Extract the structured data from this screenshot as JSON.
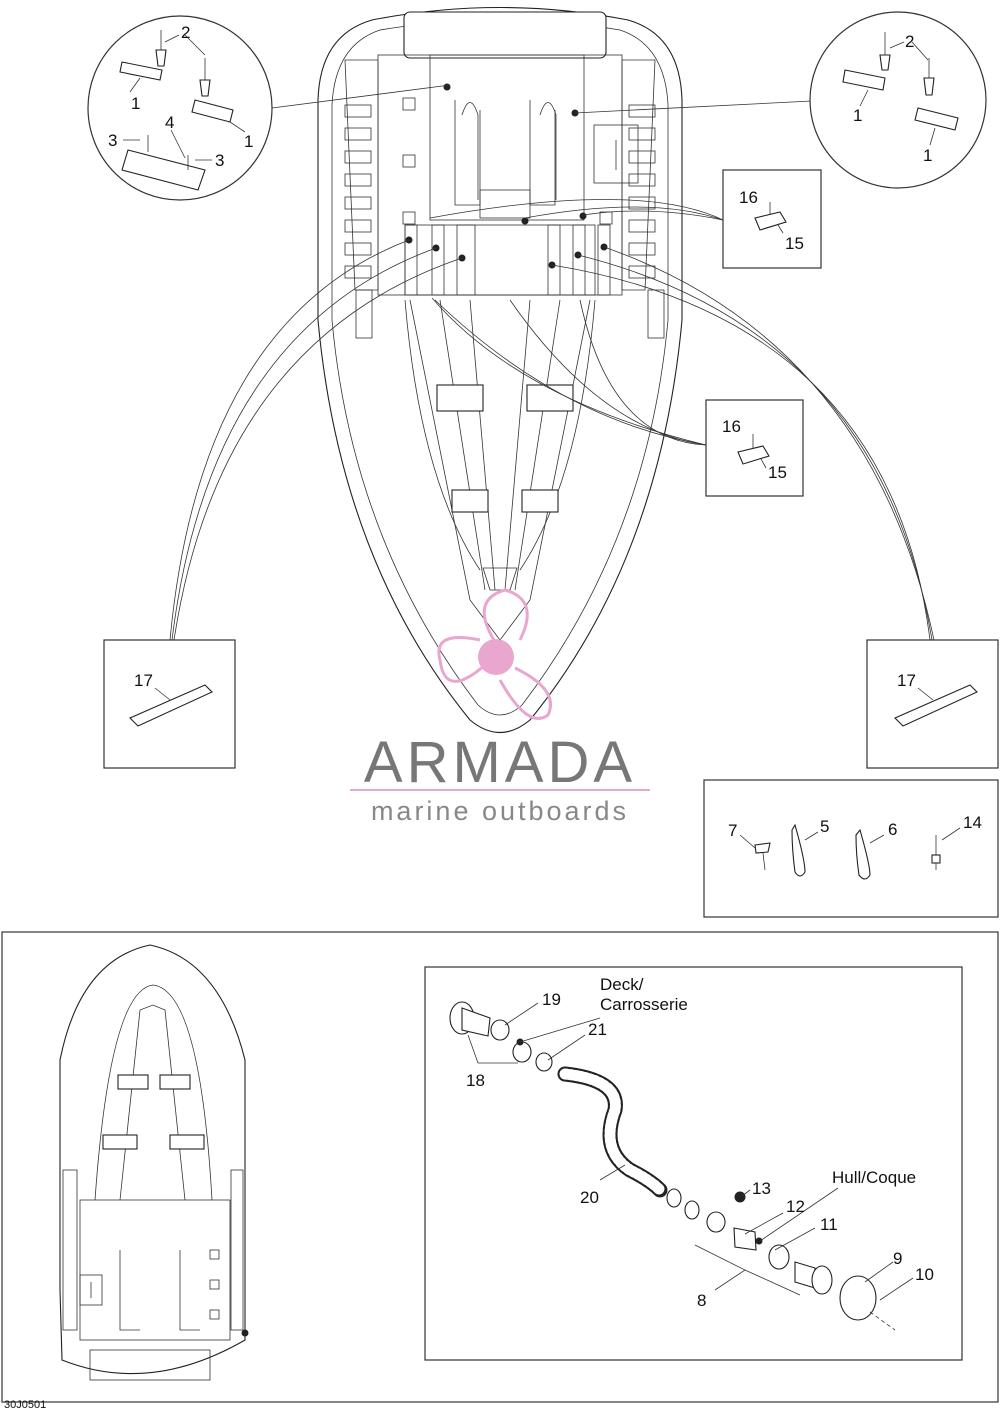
{
  "diagram": {
    "code": "30J0501",
    "logo": {
      "name": "ARMADA",
      "tagline": "marine outboards",
      "mark_color": "#e9a6cf"
    },
    "callouts": {
      "n1": "1",
      "n2": "2",
      "n3": "3",
      "n4": "4",
      "n5": "5",
      "n6": "6",
      "n7": "7",
      "n8": "8",
      "n9": "9",
      "n10": "10",
      "n11": "11",
      "n12": "12",
      "n13": "13",
      "n14": "14",
      "n15": "15",
      "n16": "16",
      "n17": "17",
      "n18": "18",
      "n19": "19",
      "n20": "20",
      "n21": "21"
    },
    "text_labels": {
      "deck_line1": "Deck/",
      "deck_line2": "Carrosserie",
      "hull": "Hull/Coque"
    }
  }
}
